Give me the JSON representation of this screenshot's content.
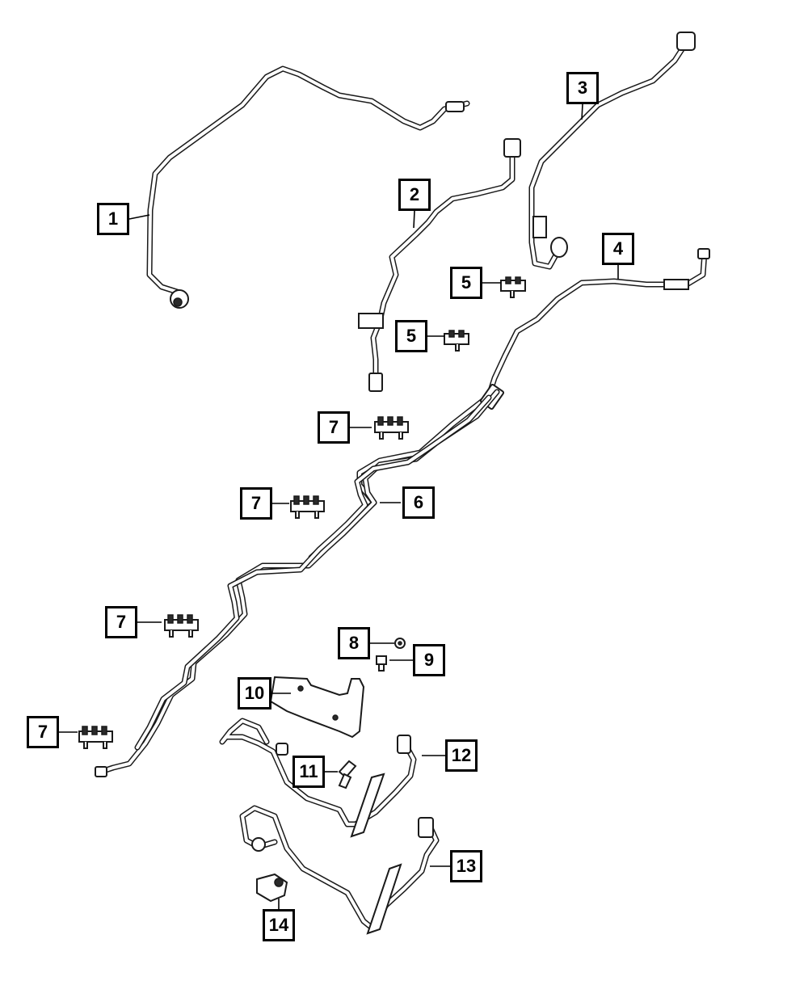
{
  "callouts": [
    {
      "id": "c1",
      "label": "1"
    },
    {
      "id": "c2",
      "label": "2"
    },
    {
      "id": "c3",
      "label": "3"
    },
    {
      "id": "c4",
      "label": "4"
    },
    {
      "id": "c5a",
      "label": "5"
    },
    {
      "id": "c5b",
      "label": "5"
    },
    {
      "id": "c6",
      "label": "6"
    },
    {
      "id": "c7a",
      "label": "7"
    },
    {
      "id": "c7b",
      "label": "7"
    },
    {
      "id": "c7c",
      "label": "7"
    },
    {
      "id": "c7d",
      "label": "7"
    },
    {
      "id": "c8",
      "label": "8"
    },
    {
      "id": "c9",
      "label": "9"
    },
    {
      "id": "c10",
      "label": "10"
    },
    {
      "id": "c11",
      "label": "11"
    },
    {
      "id": "c12",
      "label": "12"
    },
    {
      "id": "c13",
      "label": "13"
    },
    {
      "id": "c14",
      "label": "14"
    }
  ]
}
